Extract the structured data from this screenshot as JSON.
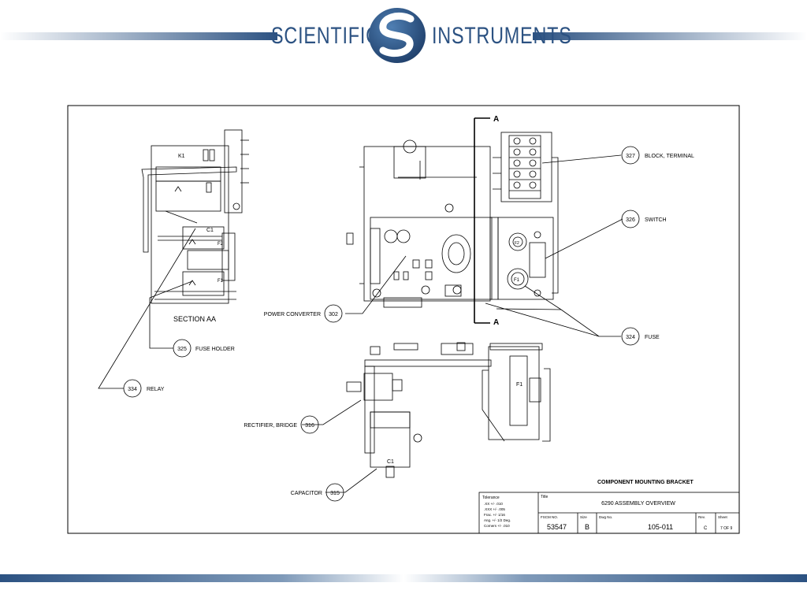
{
  "header": {
    "brand_left": "SCIENTIFIC",
    "brand_right": "INSTRUMENTS",
    "accent_color": "#2c5282"
  },
  "drawing": {
    "section_marker": "A",
    "section_label": "SECTION AA",
    "k1_label": "K1",
    "c1_label": "C1",
    "f1_label": "F1",
    "f2_label": "F2",
    "callouts": [
      {
        "number": "327",
        "label": "BLOCK, TERMINAL"
      },
      {
        "number": "326",
        "label": "SWITCH"
      },
      {
        "number": "324",
        "label": "FUSE"
      },
      {
        "number": "302",
        "label": "POWER CONVERTER"
      },
      {
        "number": "325",
        "label": "FUSE HOLDER"
      },
      {
        "number": "334",
        "label": "RELAY"
      },
      {
        "number": "316",
        "label": "RECTIFIER, BRIDGE"
      },
      {
        "number": "315",
        "label": "CAPACITOR"
      }
    ],
    "bracket_caption": "COMPONENT MOUNTING BRACKET"
  },
  "title_block": {
    "tolerance_heading": "Tolerance",
    "tolerance_lines": [
      ".XX +/- .010",
      ".XXX +/- .005",
      "Frac. +/- 1/16",
      "Ang. +/- 1/2 Deg.",
      "Corners +/- .010"
    ],
    "title_heading": "Title",
    "title": "6290 ASSEMBLY OVERVIEW",
    "fscm_heading": "FSCM NO.",
    "fscm": "53547",
    "size_heading": "Size",
    "size": "B",
    "dwg_heading": "Dwg No.",
    "dwg": "105-011",
    "rev_heading": "Rev.",
    "rev": "C",
    "sheet_heading": "Sheet",
    "sheet": "7 OF 9"
  }
}
